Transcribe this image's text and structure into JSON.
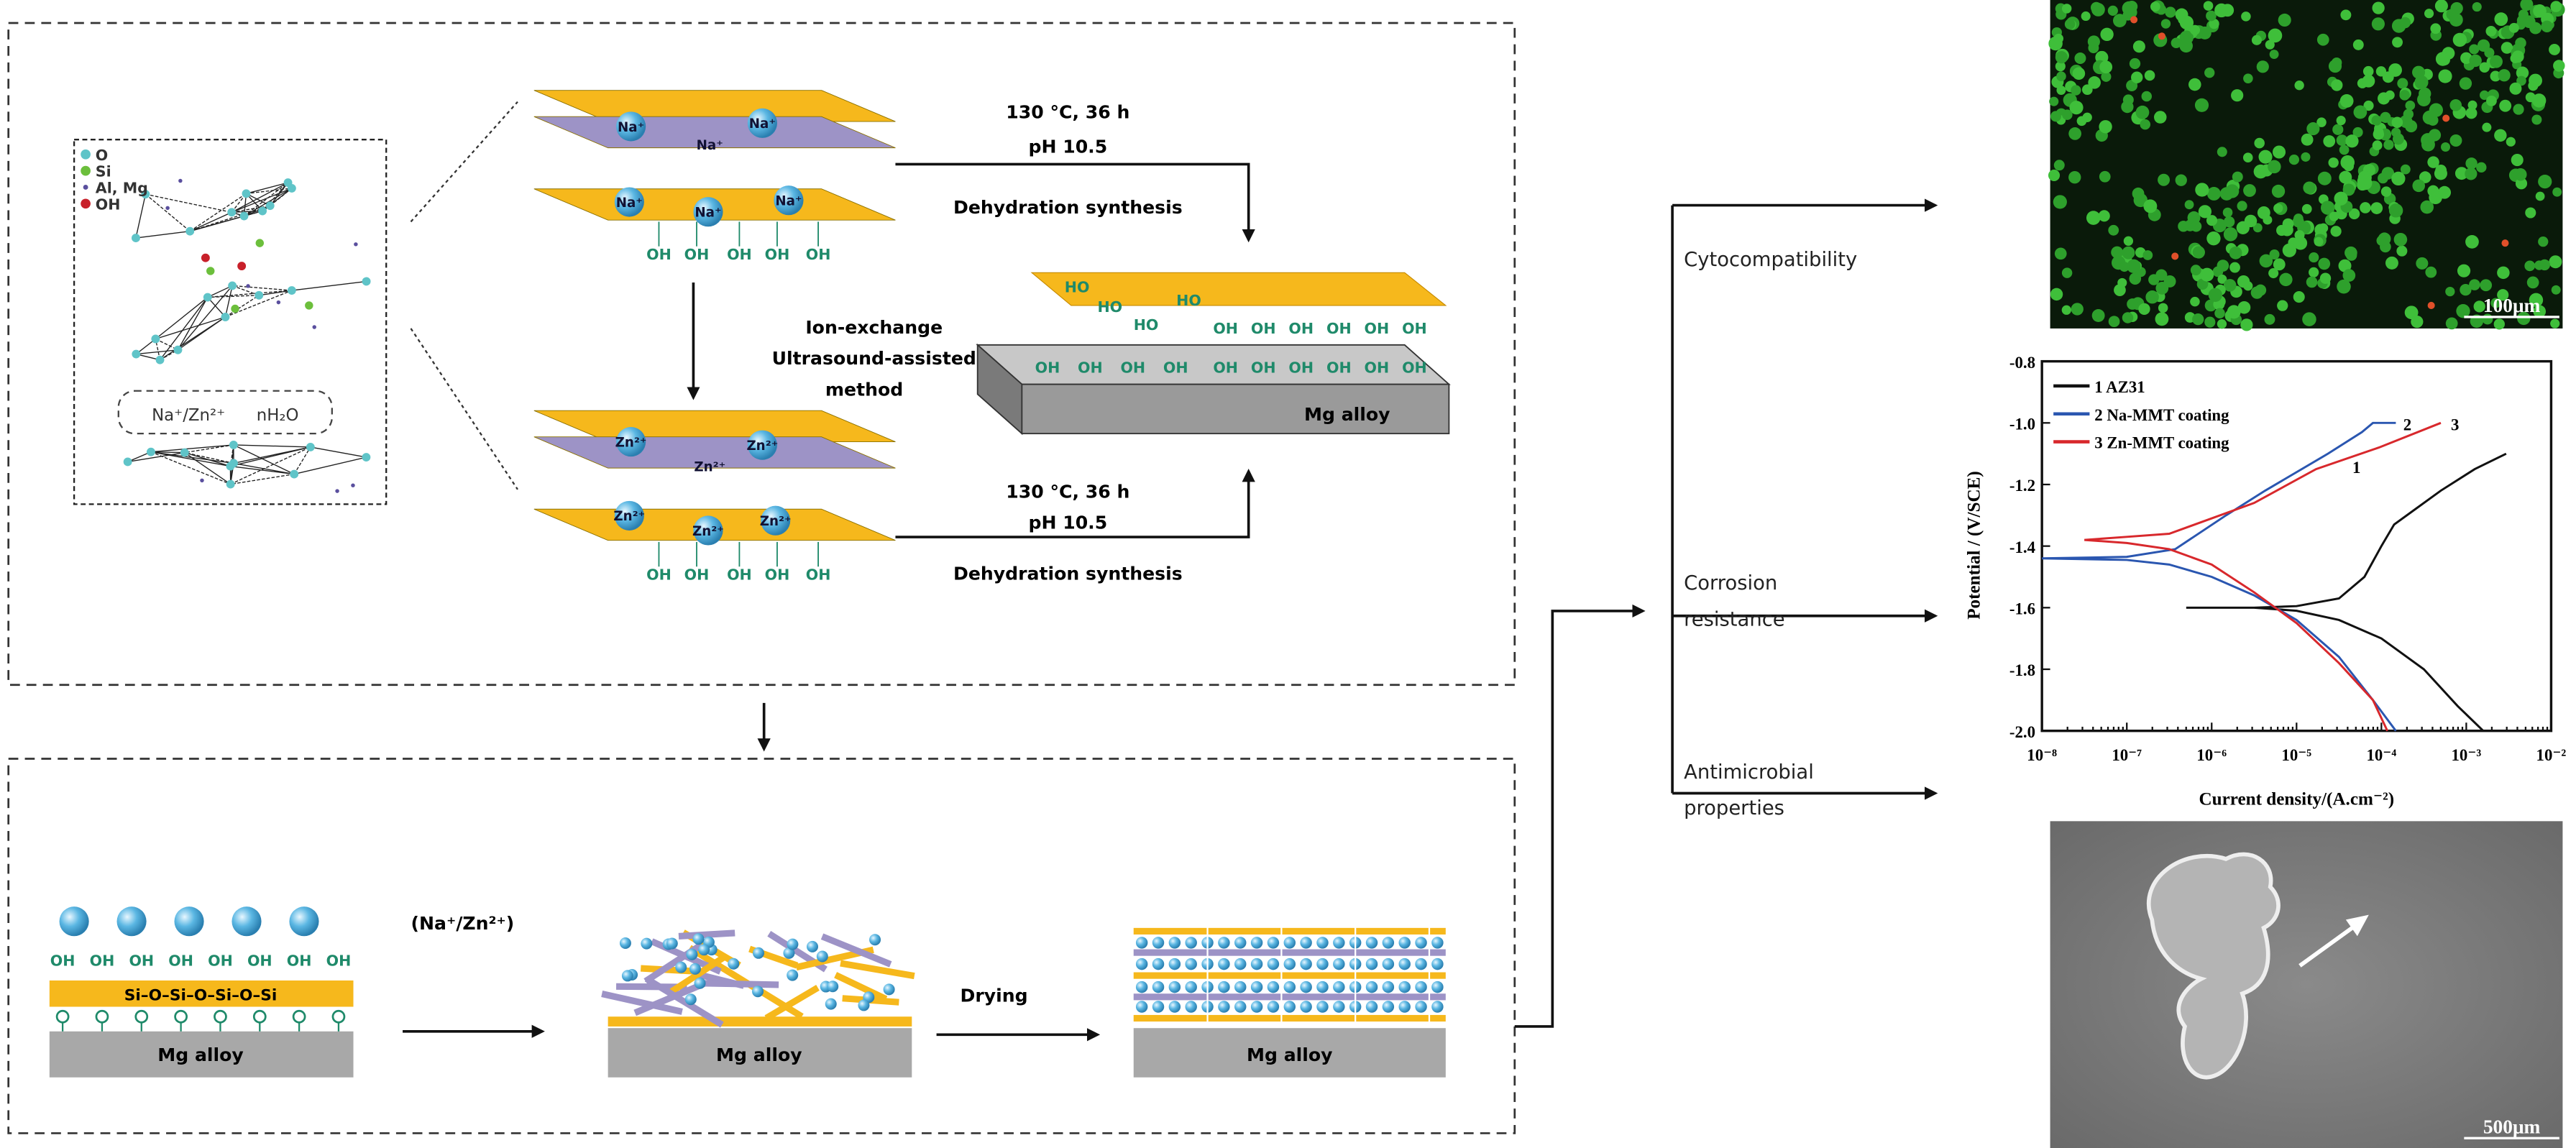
{
  "crystal": {
    "legend": [
      "O",
      "Si",
      "Al, Mg",
      "OH"
    ],
    "legend_colors": [
      "#5fc4c8",
      "#6cbf3c",
      "#5a4f9e",
      "#c8202a"
    ],
    "interlayer_label": "Na⁺/Zn²⁺      nH₂O"
  },
  "synthesis": {
    "na_ion": "Na⁺",
    "zn_ion": "Zn²⁺",
    "oh": "OH",
    "ho": "HO",
    "cond_top_1": "130 °C, 36 h",
    "cond_top_2": "pH 10.5",
    "dehydration_top": "Dehydration synthesis",
    "cond_bottom_1": "130 °C, 36 h",
    "cond_bottom_2": "pH 10.5",
    "dehydration_bottom": "Dehydration synthesis",
    "ion_exchange_1": "Ion-exchange",
    "ion_exchange_2": "Ultrasound-assisted",
    "ion_exchange_3": "method",
    "substrate": "Mg alloy"
  },
  "coating": {
    "ion_label": "(Na⁺/Zn²⁺)",
    "chain": "Si–O–Si–O–Si–O–Si",
    "o_atom": "O",
    "substrate_1": "Mg alloy",
    "substrate_2": "Mg alloy",
    "substrate_3": "Mg alloy",
    "drying": "Drying"
  },
  "properties": {
    "cyto": "Cytocompatibility",
    "corrosion_1": "Corrosion",
    "corrosion_2": "resistance",
    "antimicrobial_1": "Antimicrobial",
    "antimicrobial_2": "properties"
  },
  "images": {
    "fluorescence_scale": "100μm",
    "sem_scale": "500μm"
  },
  "colors": {
    "sheet_yellow": "#f6b81c",
    "sheet_purple": "#9d93c6",
    "ion_blue": "#5bb7e3",
    "mg_grey": "#a8a8a8",
    "oh_green": "#1f8a6a"
  },
  "chart_data": {
    "type": "line",
    "xlabel": "Current density/(A.cm⁻²)",
    "ylabel": "Potential / (V/SCE)",
    "x_scale": "log",
    "xlim": [
      1e-08,
      0.01
    ],
    "ylim": [
      -2.0,
      -0.8
    ],
    "x_ticks": [
      "10⁻⁸",
      "10⁻⁷",
      "10⁻⁶",
      "10⁻⁵",
      "10⁻⁴",
      "10⁻³",
      "10⁻²"
    ],
    "y_ticks": [
      "-0.8",
      "-1.0",
      "-1.2",
      "-1.4",
      "-1.6",
      "-1.8",
      "-2.0"
    ],
    "legend_position": "top-left",
    "series": [
      {
        "name": "1 AZ31",
        "label": "1",
        "color": "#111111",
        "log_i": [
          -2.8,
          -3.1,
          -3.5,
          -4.0,
          -4.5,
          -5.0,
          -5.5,
          -6.3,
          -5.5,
          -5.0,
          -4.5,
          -4.2,
          -4.0,
          -3.85,
          -3.6,
          -3.3,
          -2.9,
          -2.53
        ],
        "E": [
          -2.0,
          -1.92,
          -1.8,
          -1.7,
          -1.64,
          -1.61,
          -1.6,
          -1.6,
          -1.6,
          -1.595,
          -1.57,
          -1.5,
          -1.4,
          -1.33,
          -1.28,
          -1.22,
          -1.15,
          -1.1
        ]
      },
      {
        "name": "2 Na-MMT coating",
        "label": "2",
        "color": "#2a56b0",
        "log_i": [
          -3.83,
          -4.1,
          -4.5,
          -5.0,
          -5.5,
          -6.0,
          -6.5,
          -7.0,
          -8.0,
          -7.0,
          -6.43,
          -5.83,
          -5.37,
          -4.63,
          -4.23,
          -4.1,
          -3.83
        ],
        "E": [
          -2.0,
          -1.9,
          -1.76,
          -1.64,
          -1.56,
          -1.5,
          -1.46,
          -1.445,
          -1.44,
          -1.435,
          -1.41,
          -1.3,
          -1.22,
          -1.1,
          -1.03,
          -1.0,
          -1.0
        ]
      },
      {
        "name": "3 Zn-MMT coating",
        "label": "3",
        "color": "#d8282c",
        "log_i": [
          -3.93,
          -4.1,
          -4.5,
          -5.0,
          -5.5,
          -6.0,
          -6.5,
          -7.0,
          -7.5,
          -7.0,
          -6.5,
          -5.5,
          -4.77,
          -4.03,
          -3.3
        ],
        "E": [
          -2.0,
          -1.9,
          -1.78,
          -1.65,
          -1.55,
          -1.46,
          -1.41,
          -1.39,
          -1.38,
          -1.37,
          -1.36,
          -1.26,
          -1.15,
          -1.08,
          -1.0
        ]
      }
    ]
  }
}
